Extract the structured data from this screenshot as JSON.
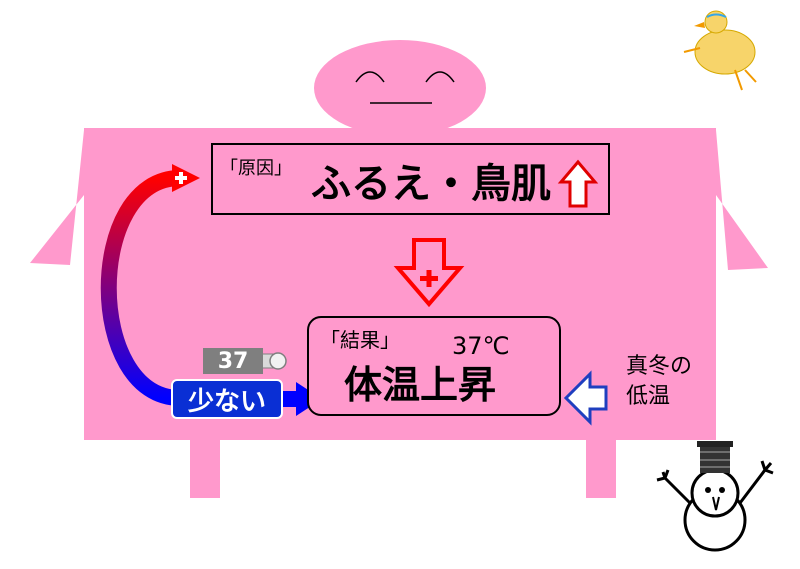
{
  "cause": {
    "bracket": "「原因」",
    "text": "ふるえ・鳥肌"
  },
  "result": {
    "bracket": "「結果」",
    "temp": "37℃",
    "text": "体温上昇"
  },
  "feedback": {
    "label": "少ない",
    "thermometer_value": "37"
  },
  "external": {
    "line1": "真冬の",
    "line2": "低温"
  },
  "colors": {
    "body": "#ff99cc",
    "arrow_red": "#ff0000",
    "arrow_blue": "#0000ff",
    "pill": "#0a2fd4"
  }
}
